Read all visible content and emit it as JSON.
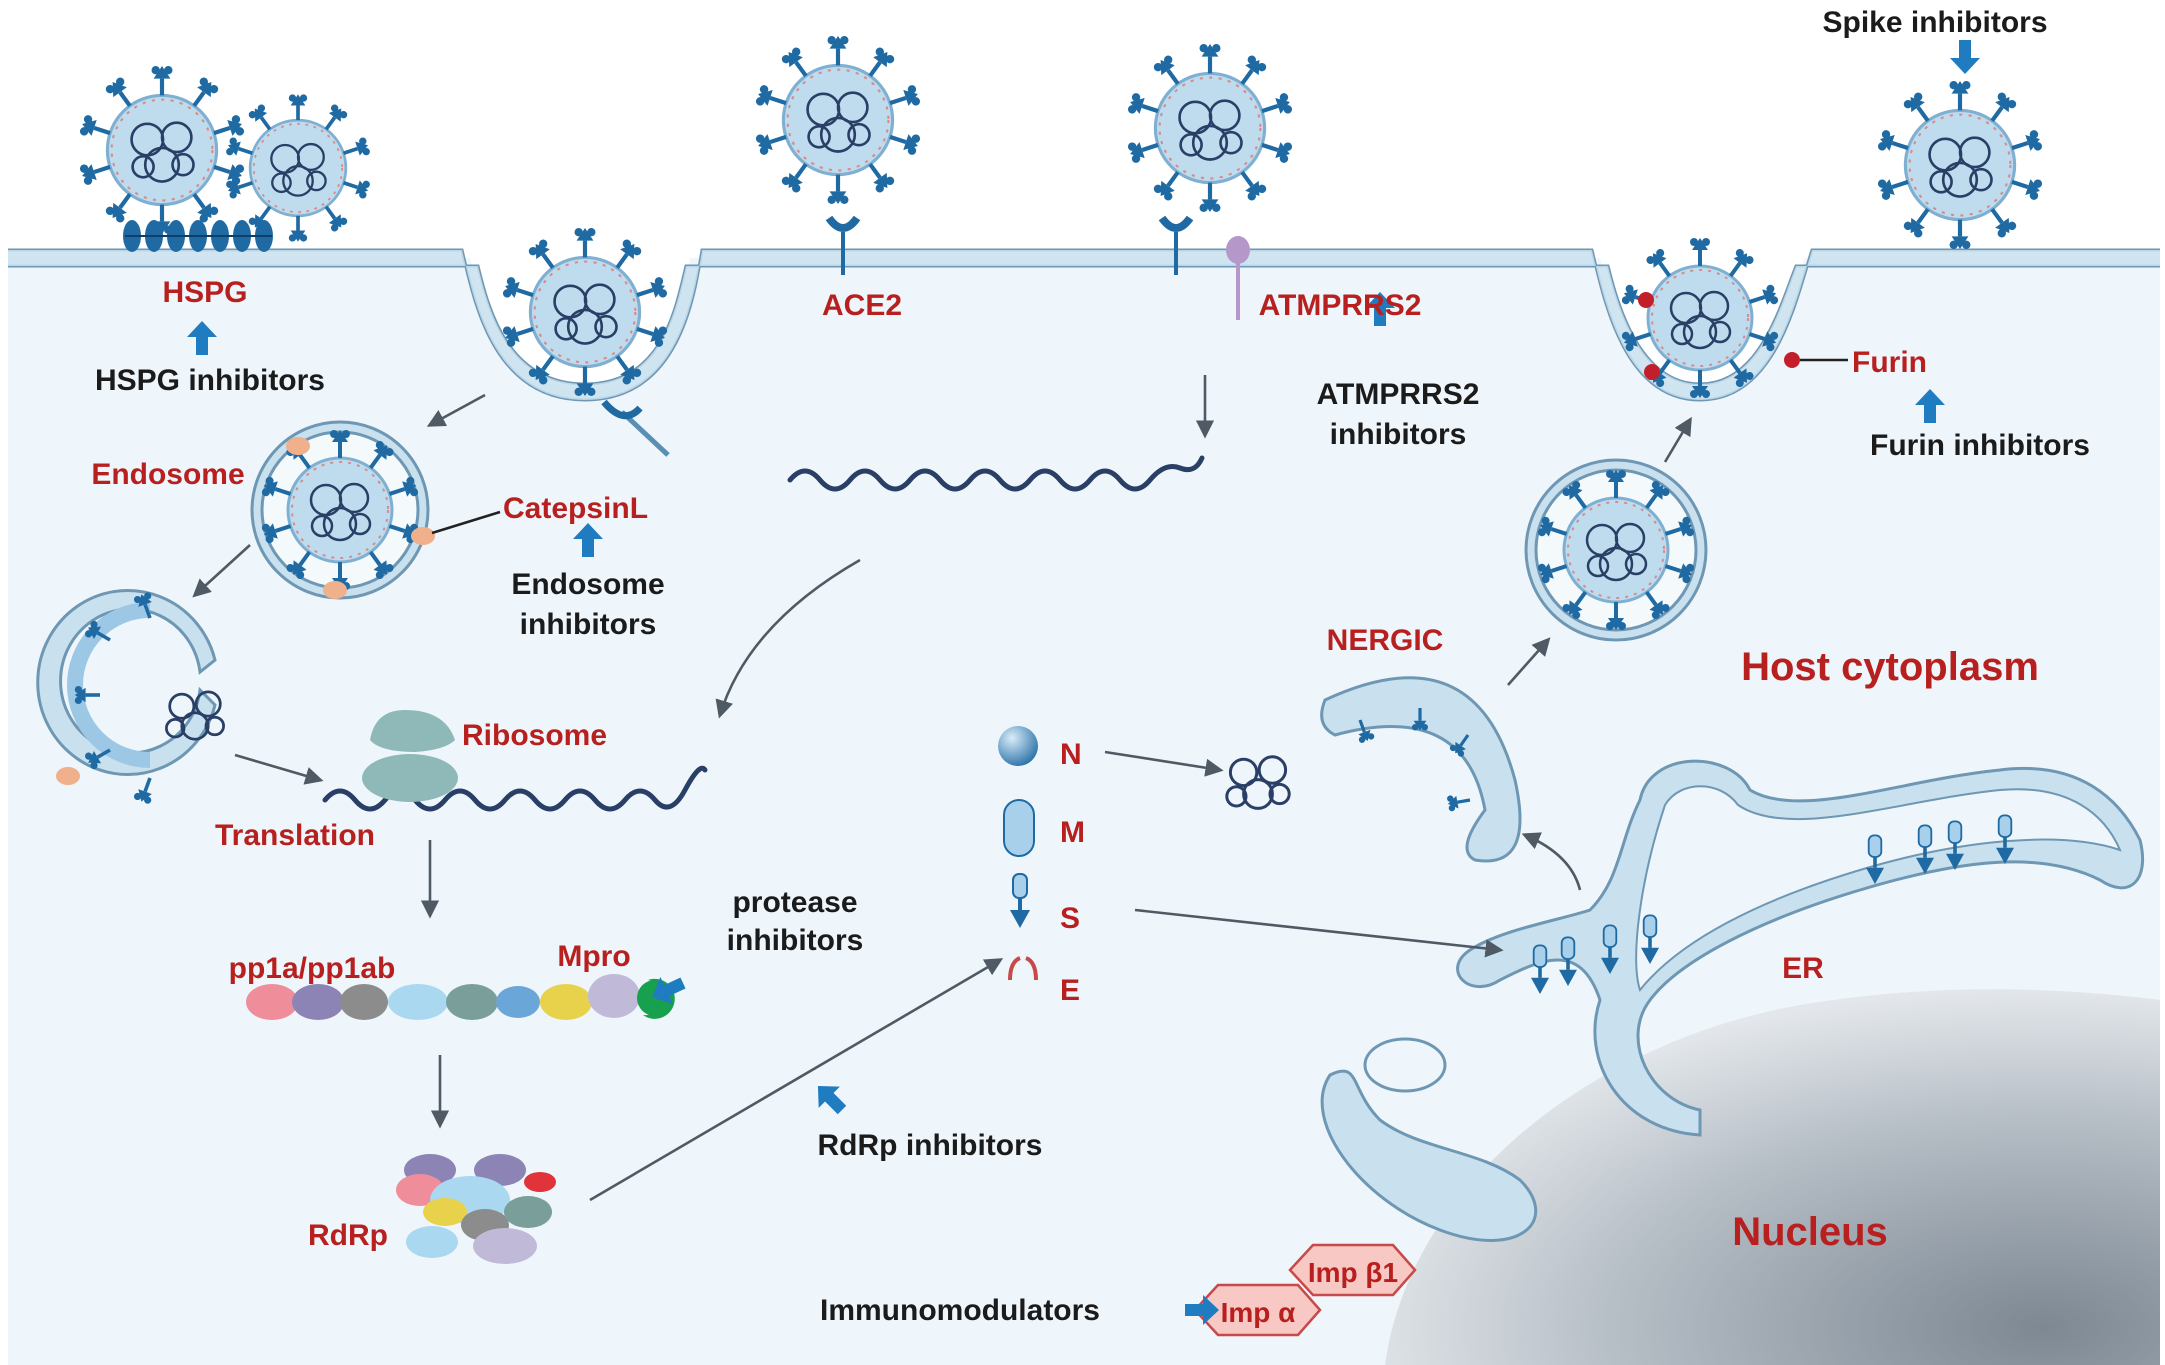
{
  "colors": {
    "cytoplasm": "#eef6fb",
    "membrane": "#c9e0ee",
    "virus_body": "#bfdcef",
    "spike": "#1f6aa3",
    "label_red": "#b8201f",
    "inhibitor_arrow": "#1f7cc0",
    "nucleus": "#9ea8b3",
    "rna": "#293f66"
  },
  "labels": {
    "hspg": "HSPG",
    "hspg_inhibitors": "HSPG inhibitors",
    "ace2": "ACE2",
    "atmprrs2": "ATMPRRS2",
    "atmprrs2_inhibitors_l1": "ATMPRRS2",
    "atmprrs2_inhibitors_l2": "inhibitors",
    "spike_inhibitors": "Spike inhibitors",
    "furin": "Furin",
    "furin_inhibitors": "Furin inhibitors",
    "endosome": "Endosome",
    "catepsin": "CatepsinL",
    "endosome_inhibitors_l1": "Endosome",
    "endosome_inhibitors_l2": "inhibitors",
    "ribosome": "Ribosome",
    "translation": "Translation",
    "pp1a": "pp1a/pp1ab",
    "mpro": "Mpro",
    "protease_inhibitors_l1": "protease",
    "protease_inhibitors_l2": "inhibitors",
    "rdrp": "RdRp",
    "rdrp_inhibitors": "RdRp inhibitors",
    "n": "N",
    "m": "M",
    "s": "S",
    "e": "E",
    "nergic": "NERGIC",
    "host_cytoplasm": "Host cytoplasm",
    "er": "ER",
    "nucleus": "Nucleus",
    "immunomodulators": "Immunomodulators",
    "imp_alpha": "Imp α",
    "imp_beta1": "Imp β1"
  }
}
